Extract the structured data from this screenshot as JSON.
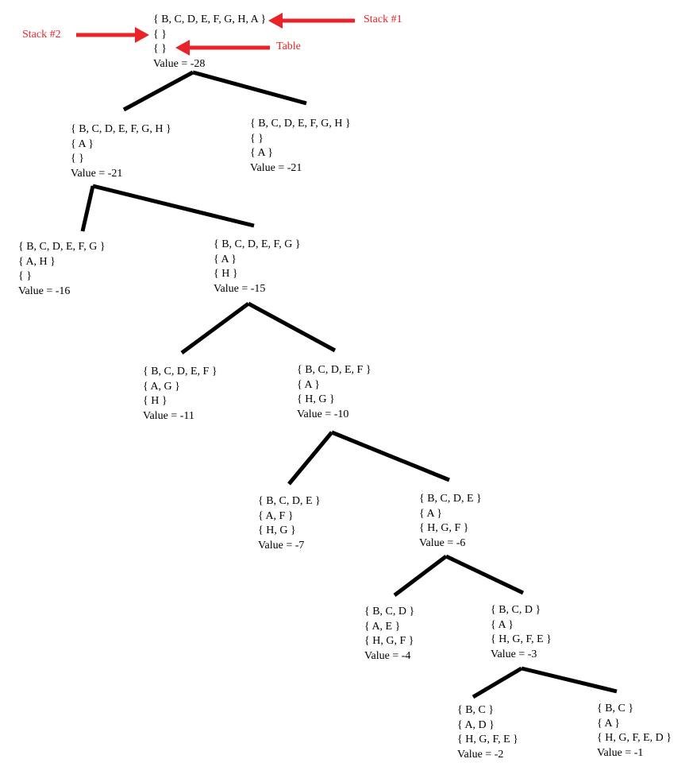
{
  "colors": {
    "annotation": "#e8232a",
    "edge": "#000000",
    "text": "#000000"
  },
  "annotations": {
    "stack1": "Stack #1",
    "stack2": "Stack #2",
    "table": "Table"
  },
  "nodes": {
    "root": {
      "stack1": "{ B, C, D, E, F, G, H, A }",
      "stack2": "{ }",
      "table": "{ }",
      "value": "Value = -28"
    },
    "n1": {
      "stack1": "{ B, C, D, E, F, G, H }",
      "stack2": "{ A }",
      "table": "{ }",
      "value": "Value = -21"
    },
    "n2": {
      "stack1": "{ B, C, D, E, F, G, H }",
      "stack2": "{ }",
      "table": "{ A }",
      "value": "Value = -21"
    },
    "n3": {
      "stack1": "{ B, C, D, E, F, G }",
      "stack2": "{ A, H }",
      "table": "{ }",
      "value": "Value = -16"
    },
    "n4": {
      "stack1": "{ B, C, D, E, F, G }",
      "stack2": "{ A }",
      "table": "{ H }",
      "value": "Value = -15"
    },
    "n5": {
      "stack1": "{ B, C, D, E, F }",
      "stack2": "{ A, G }",
      "table": "{ H }",
      "value": "Value = -11"
    },
    "n6": {
      "stack1": "{ B, C, D, E, F }",
      "stack2": "{ A }",
      "table": "{ H, G }",
      "value": "Value = -10"
    },
    "n7": {
      "stack1": "{ B, C, D, E }",
      "stack2": "{ A, F }",
      "table": "{ H, G }",
      "value": "Value = -7"
    },
    "n8": {
      "stack1": "{ B, C, D, E }",
      "stack2": "{ A }",
      "table": "{ H, G, F }",
      "value": "Value = -6"
    },
    "n9": {
      "stack1": "{ B, C, D }",
      "stack2": "{ A, E }",
      "table": "{ H, G, F }",
      "value": "Value = -4"
    },
    "n10": {
      "stack1": "{ B, C, D }",
      "stack2": "{ A }",
      "table": "{ H, G, F, E }",
      "value": "Value = -3"
    },
    "n11": {
      "stack1": "{ B, C }",
      "stack2": "{ A, D }",
      "table": "{ H, G, F, E }",
      "value": "Value = -2"
    },
    "n12": {
      "stack1": "{ B, C }",
      "stack2": "{ A }",
      "table": "{ H, G, F, E, D }",
      "value": "Value = -1"
    }
  }
}
